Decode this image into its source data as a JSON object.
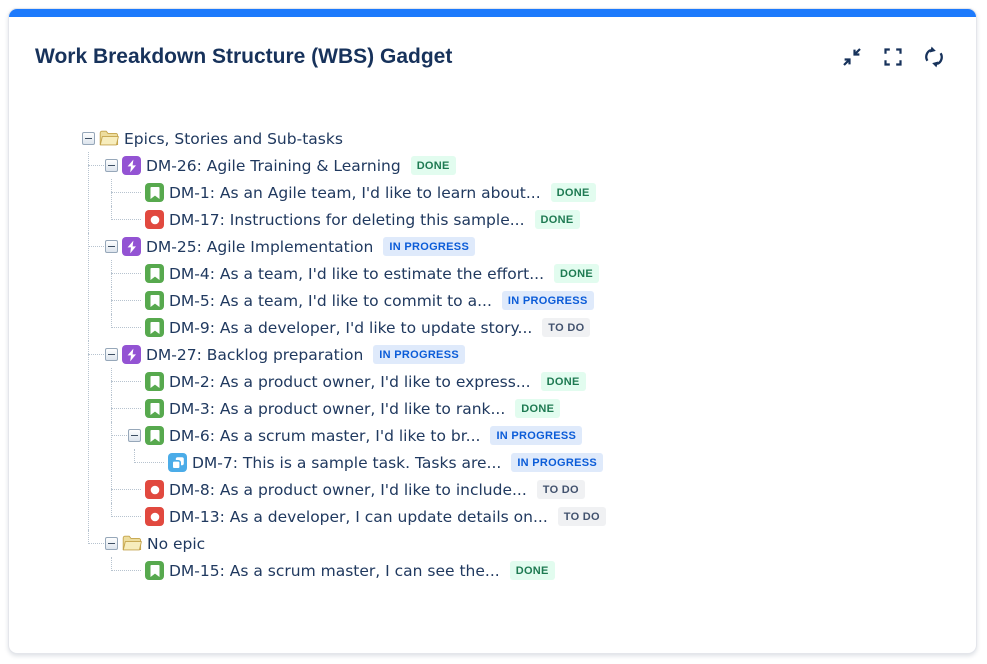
{
  "header": {
    "title": "Work Breakdown Structure (WBS) Gadget",
    "icons": [
      {
        "name": "minimize-icon"
      },
      {
        "name": "fullscreen-icon"
      },
      {
        "name": "refresh-icon"
      }
    ]
  },
  "colors": {
    "accent_bar": "#1D7AFC",
    "title_text": "#17325B",
    "tree_text": "#20395F",
    "epic_icon": "#9353D3",
    "story_icon": "#57A94E",
    "bug_icon": "#E1493F",
    "subtask_icon": "#4BACE8",
    "badge_done_bg": "#E2FCEF",
    "badge_done_fg": "#1E7A52",
    "badge_inprogress_bg": "#DFEAFB",
    "badge_inprogress_fg": "#0B5CD8",
    "badge_todo_bg": "#F0F1F3",
    "badge_todo_fg": "#42526E"
  },
  "tree": {
    "rows": [
      {
        "label": "Epics, Stories and Sub-tasks",
        "type": "folder"
      },
      {
        "label": "DM-26: Agile Training & Learning",
        "type": "epic",
        "status": "DONE"
      },
      {
        "label": "DM-1: As an Agile team, I'd like to learn about...",
        "type": "story",
        "status": "DONE"
      },
      {
        "label": "DM-17: Instructions for deleting this sample...",
        "type": "bug",
        "status": "DONE"
      },
      {
        "label": "DM-25: Agile Implementation",
        "type": "epic",
        "status": "IN PROGRESS"
      },
      {
        "label": "DM-4: As a team, I'd like to estimate the effort...",
        "type": "story",
        "status": "DONE"
      },
      {
        "label": "DM-5: As a team, I'd like to commit to a...",
        "type": "story",
        "status": "IN PROGRESS"
      },
      {
        "label": "DM-9: As a developer, I'd like to update story...",
        "type": "story",
        "status": "TO DO"
      },
      {
        "label": "DM-27: Backlog preparation",
        "type": "epic",
        "status": "IN PROGRESS"
      },
      {
        "label": "DM-2: As a product owner, I'd like to express...",
        "type": "story",
        "status": "DONE"
      },
      {
        "label": "DM-3: As a product owner, I'd like to rank...",
        "type": "story",
        "status": "DONE"
      },
      {
        "label": "DM-6: As a scrum master, I'd like to br...",
        "type": "story",
        "status": "IN PROGRESS"
      },
      {
        "label": "DM-7: This is a sample task. Tasks are...",
        "type": "subtask",
        "status": "IN PROGRESS"
      },
      {
        "label": "DM-8: As a product owner, I'd like to include...",
        "type": "bug",
        "status": "TO DO"
      },
      {
        "label": "DM-13: As a developer, I can update details on...",
        "type": "bug",
        "status": "TO DO"
      },
      {
        "label": "No epic",
        "type": "folder"
      },
      {
        "label": "DM-15: As a scrum master, I can see the...",
        "type": "story",
        "status": "DONE"
      }
    ]
  }
}
